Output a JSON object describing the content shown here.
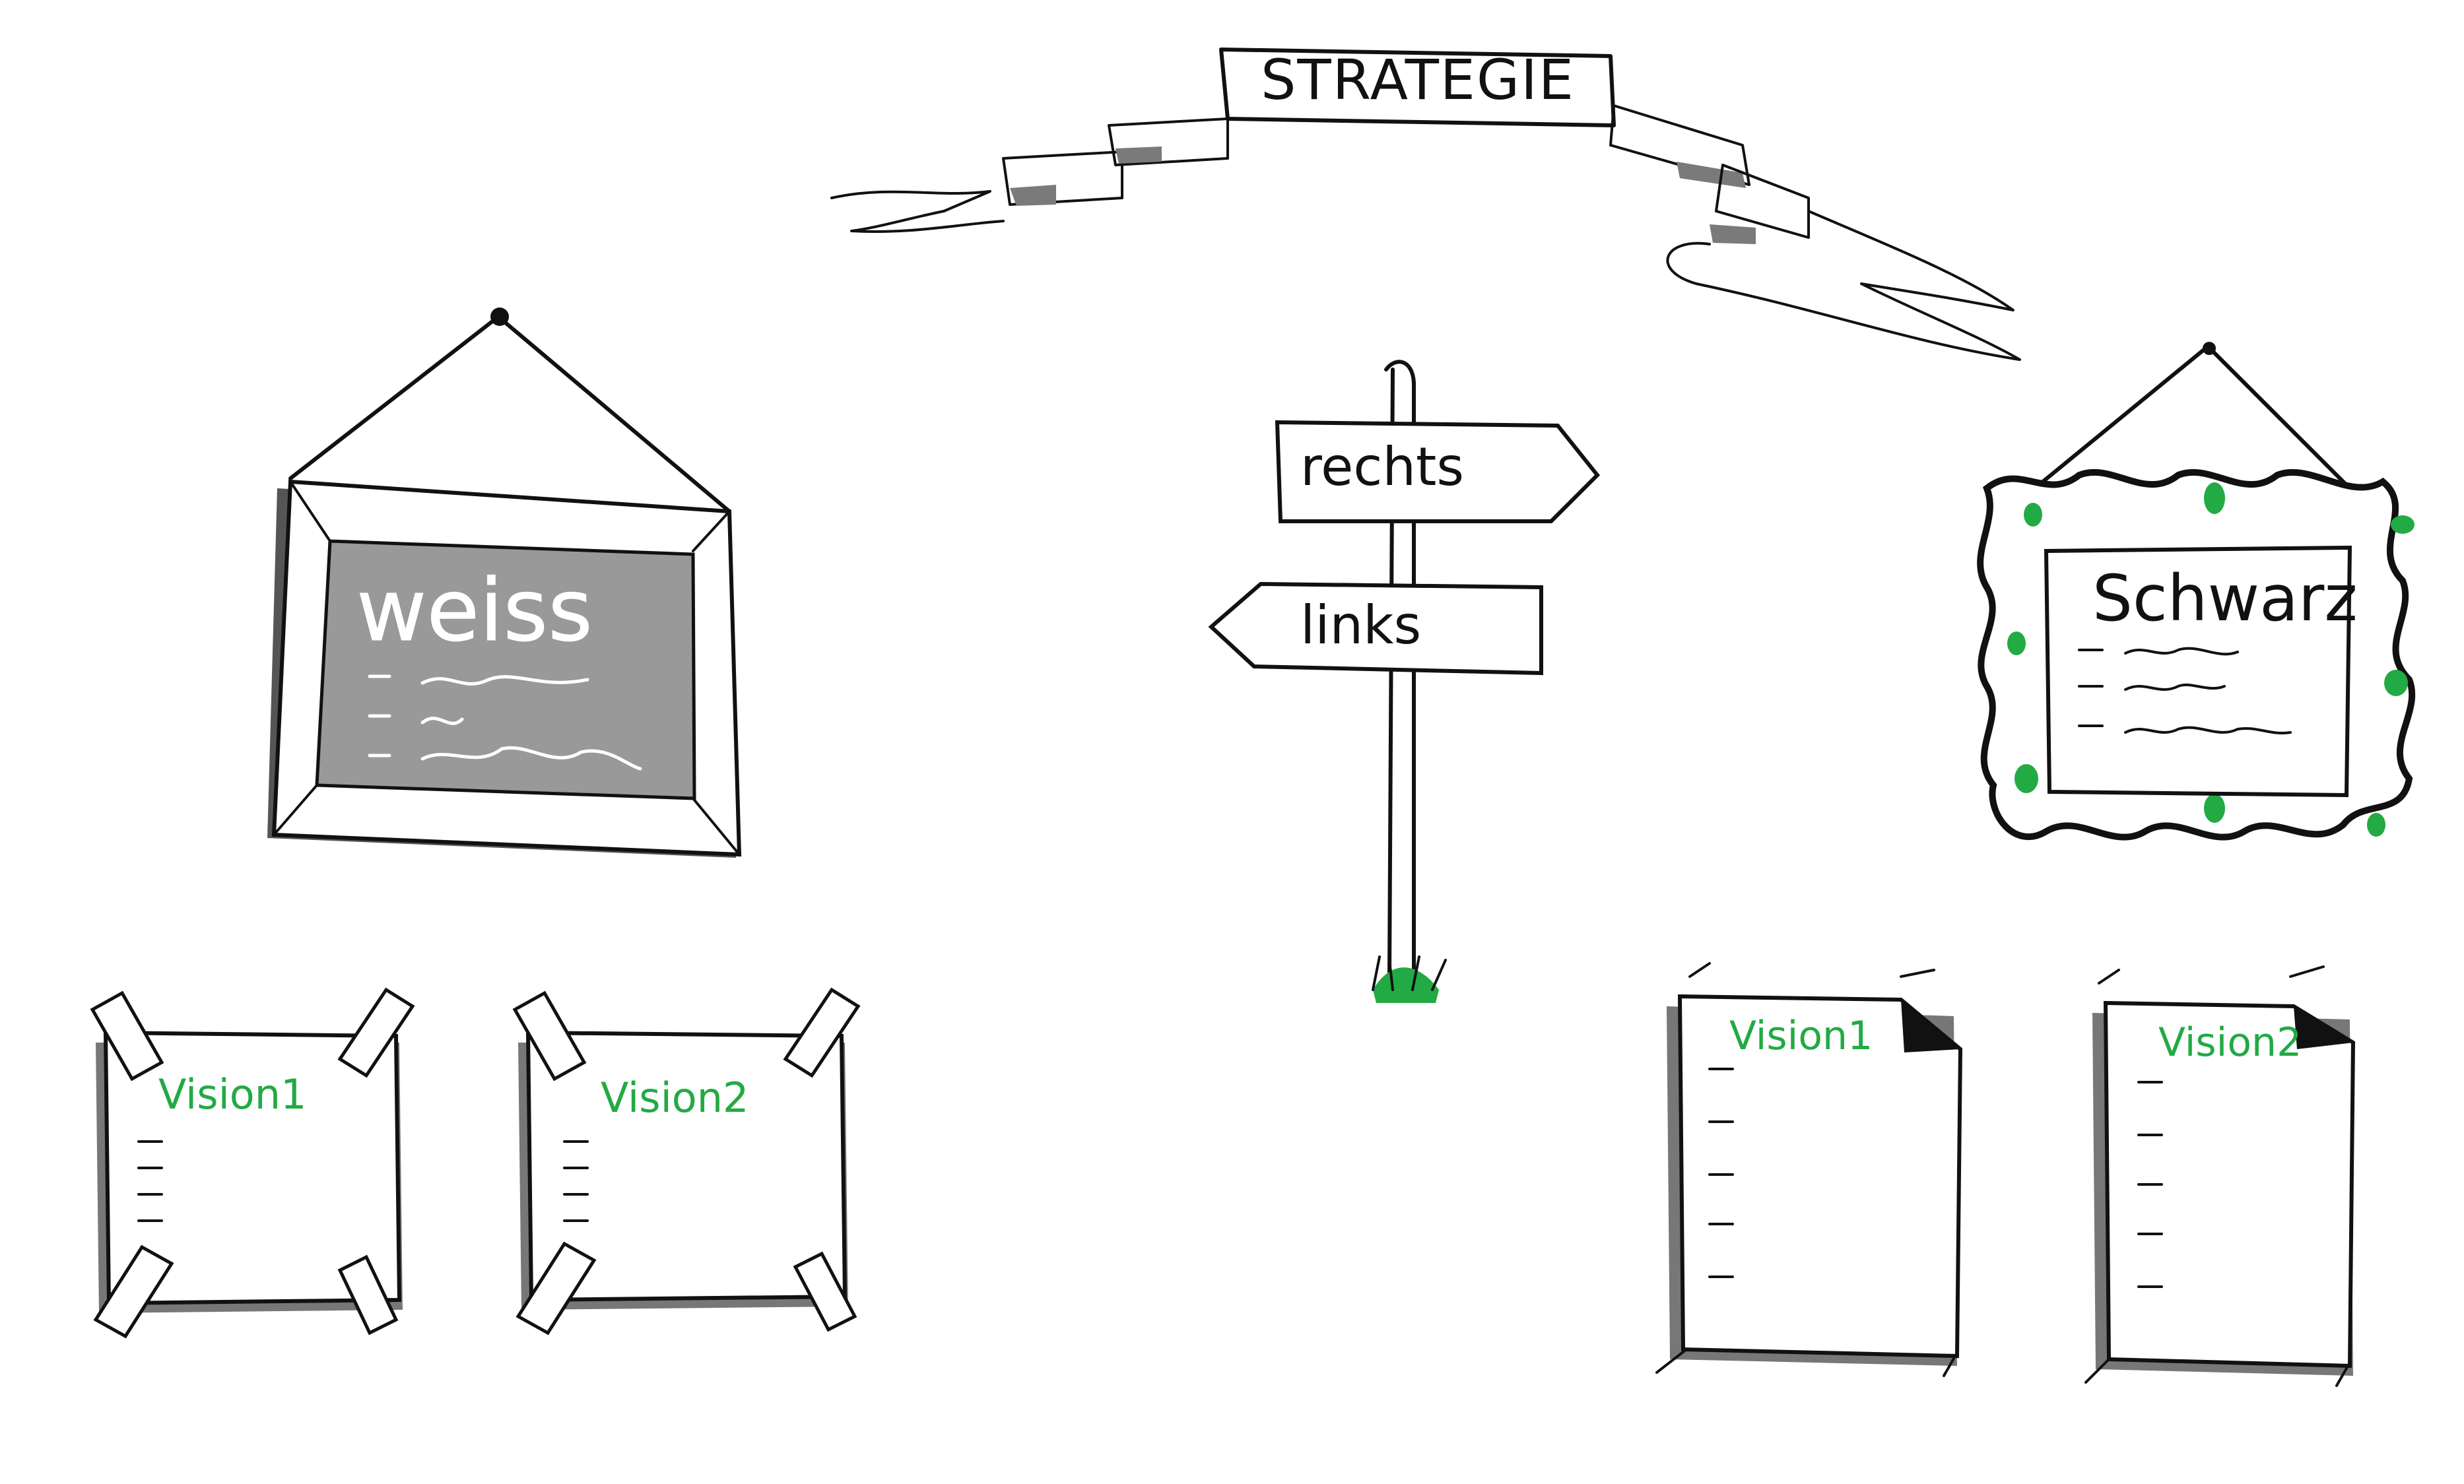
{
  "banner": {
    "title": "STRATEGIE"
  },
  "signpost": {
    "right_label": "rechts",
    "left_label": "links"
  },
  "frames": {
    "white": {
      "title": "weiss",
      "board_color": "#999999"
    },
    "black": {
      "title": "Schwarz",
      "ornament_color": "#22aa44"
    }
  },
  "visions_left": [
    {
      "label": "Vision1"
    },
    {
      "label": "Vision2"
    }
  ],
  "visions_right": [
    {
      "label": "Vision1"
    },
    {
      "label": "Vision2"
    }
  ],
  "colors": {
    "ink": "#111111",
    "accent": "#22aa44",
    "board": "#999999"
  }
}
